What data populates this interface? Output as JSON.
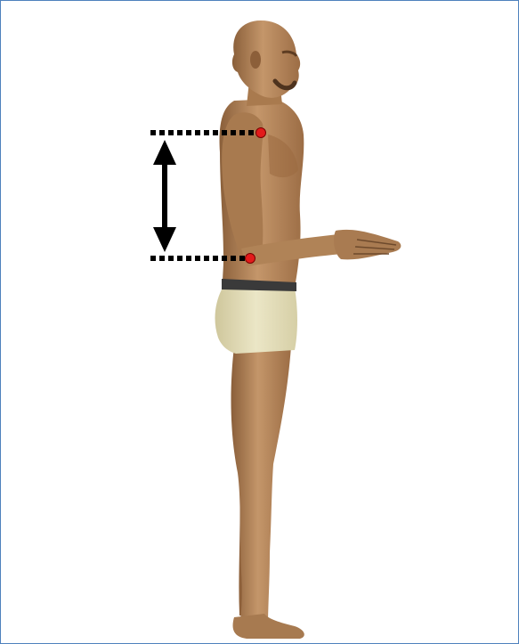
{
  "figure": {
    "subject": "standing-human-figure-side-view",
    "view": "right-profile",
    "measurement": "shoulder-to-elbow-length",
    "landmarks": [
      "shoulder-point",
      "elbow-point"
    ]
  },
  "colors": {
    "frame_border": "#4f81bd",
    "landmark_dot": "#e31b1b",
    "guide_line": "#000000",
    "skin": "#b98a5c",
    "skin_shadow": "#8a5f3a",
    "shorts": "#e6e0bc",
    "waistband": "#3a3a3a"
  }
}
